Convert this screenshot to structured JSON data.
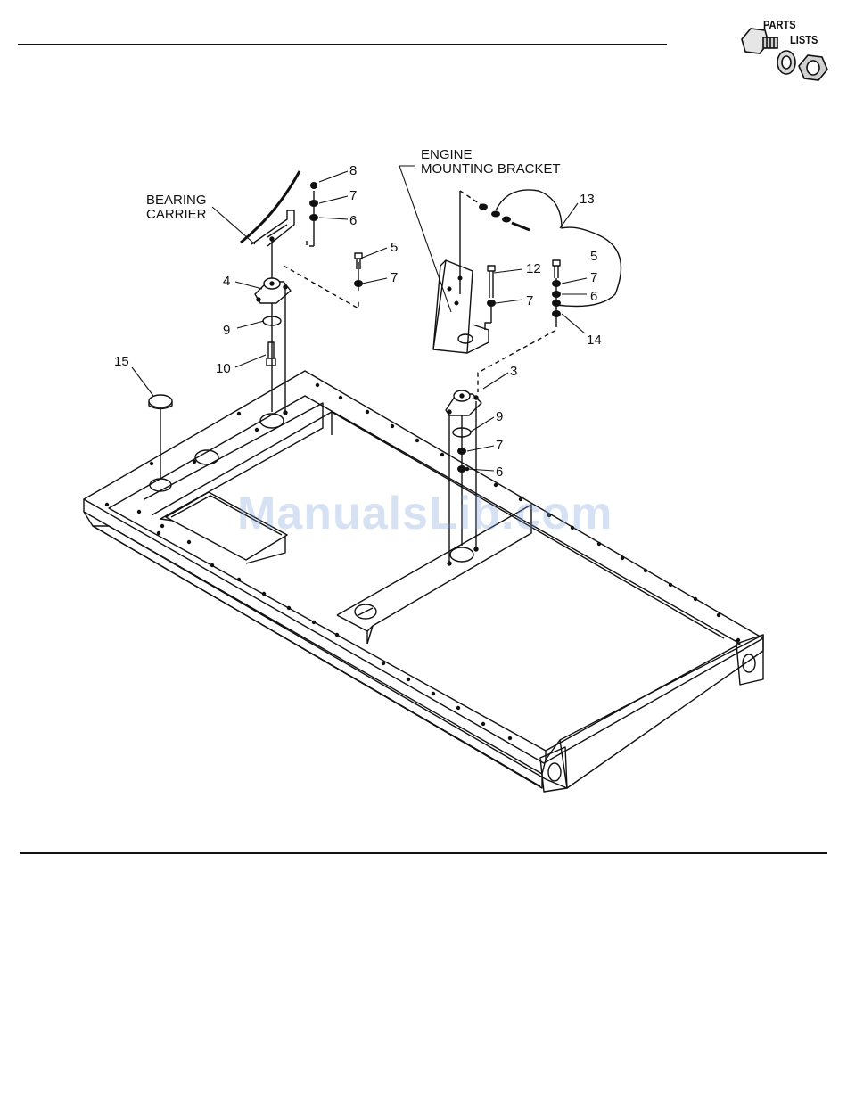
{
  "header": {
    "logo_words": [
      "PARTS",
      "LISTS"
    ],
    "logo_icon": "bolt-washer-nut-icon"
  },
  "diagram": {
    "labels": {
      "bearing_carrier": [
        "BEARING",
        "CARRIER"
      ],
      "engine_mounting_bracket": [
        "ENGINE",
        "MOUNTING BRACKET"
      ]
    },
    "callouts": [
      "8",
      "7",
      "6",
      "5",
      "7",
      "4",
      "9",
      "10",
      "15",
      "12",
      "7",
      "13",
      "5",
      "7",
      "6",
      "14",
      "3",
      "9",
      "7",
      "6"
    ]
  },
  "watermark": "ManualsLib.com",
  "colors": {
    "ink": "#111111",
    "watermark": "#78a0dc"
  }
}
